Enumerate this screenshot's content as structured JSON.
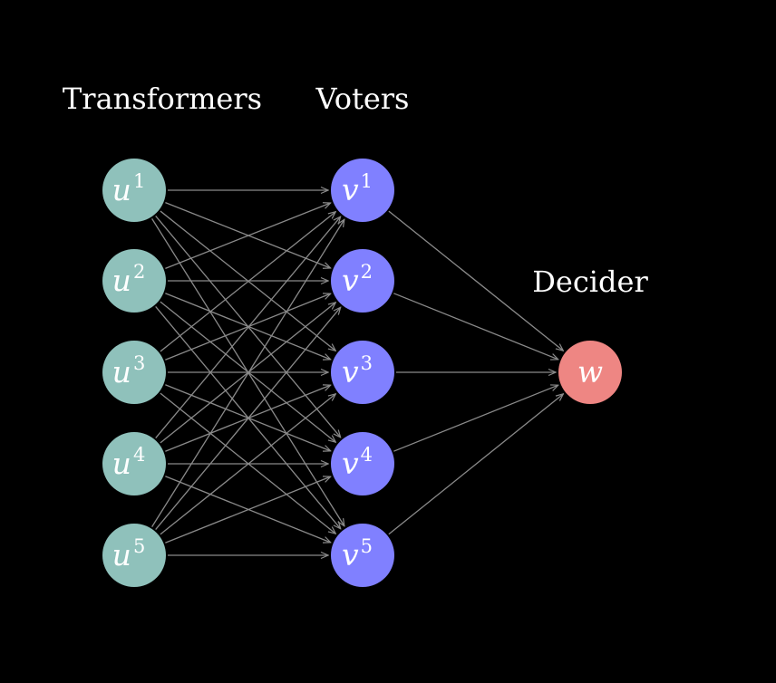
{
  "headings": {
    "transformers": "Transformers",
    "voters": "Voters",
    "decider": "Decider"
  },
  "colors": {
    "transformer_fill": "#8fc1bb",
    "voter_fill": "#8080ff",
    "decider_fill": "#ee8683",
    "edge": "#8a8a8a",
    "background": "#000000"
  },
  "transformers": [
    {
      "id": "u1",
      "base": "u",
      "sup": "1"
    },
    {
      "id": "u2",
      "base": "u",
      "sup": "2"
    },
    {
      "id": "u3",
      "base": "u",
      "sup": "3"
    },
    {
      "id": "u4",
      "base": "u",
      "sup": "4"
    },
    {
      "id": "u5",
      "base": "u",
      "sup": "5"
    }
  ],
  "voters": [
    {
      "id": "v1",
      "base": "v",
      "sup": "1"
    },
    {
      "id": "v2",
      "base": "v",
      "sup": "2"
    },
    {
      "id": "v3",
      "base": "v",
      "sup": "3"
    },
    {
      "id": "v4",
      "base": "v",
      "sup": "4"
    },
    {
      "id": "v5",
      "base": "v",
      "sup": "5"
    }
  ],
  "decider": {
    "id": "w",
    "base": "w",
    "sup": ""
  },
  "connections": {
    "transformers_to_voters": "all-to-all",
    "voters_to_decider": "all"
  }
}
